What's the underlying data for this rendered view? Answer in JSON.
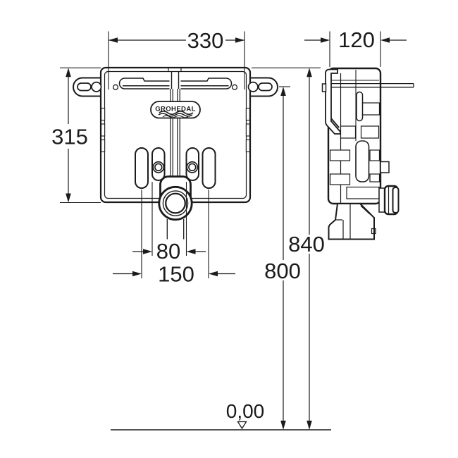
{
  "drawing": {
    "brand": "GROHEDAL",
    "dimensions": {
      "front_width": "330",
      "side_depth": "120",
      "frame_height": "315",
      "height_total": "840",
      "height_outlet": "800",
      "spacing_inner": "80",
      "spacing_outer": "150",
      "datum_level": "0,00"
    }
  }
}
